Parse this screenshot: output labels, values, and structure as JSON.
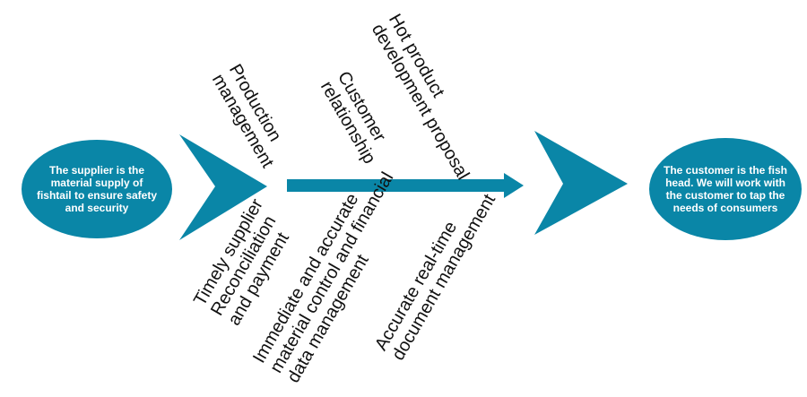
{
  "colors": {
    "accent": "#0a86a7",
    "text": "#111111",
    "background": "#ffffff"
  },
  "tail": {
    "lines": [
      "The supplier is the",
      "material supply of",
      "fishtail to ensure safety",
      "and security"
    ]
  },
  "head": {
    "lines": [
      "The customer is the fish",
      "head. We will work with",
      "the customer to tap the",
      "needs of consumers"
    ]
  },
  "upper_labels": [
    {
      "lines": [
        "Production",
        "management"
      ]
    },
    {
      "lines": [
        "Customer",
        "relationship"
      ]
    },
    {
      "lines": [
        "Hot product",
        "development proposal"
      ]
    }
  ],
  "lower_labels": [
    {
      "lines": [
        "Timely supplier",
        "Reconciliation",
        "and payment"
      ]
    },
    {
      "lines": [
        "Immediate and accurate",
        "material control and financial",
        "data management"
      ]
    },
    {
      "lines": [
        "Accurate real-time",
        "document management"
      ]
    }
  ]
}
